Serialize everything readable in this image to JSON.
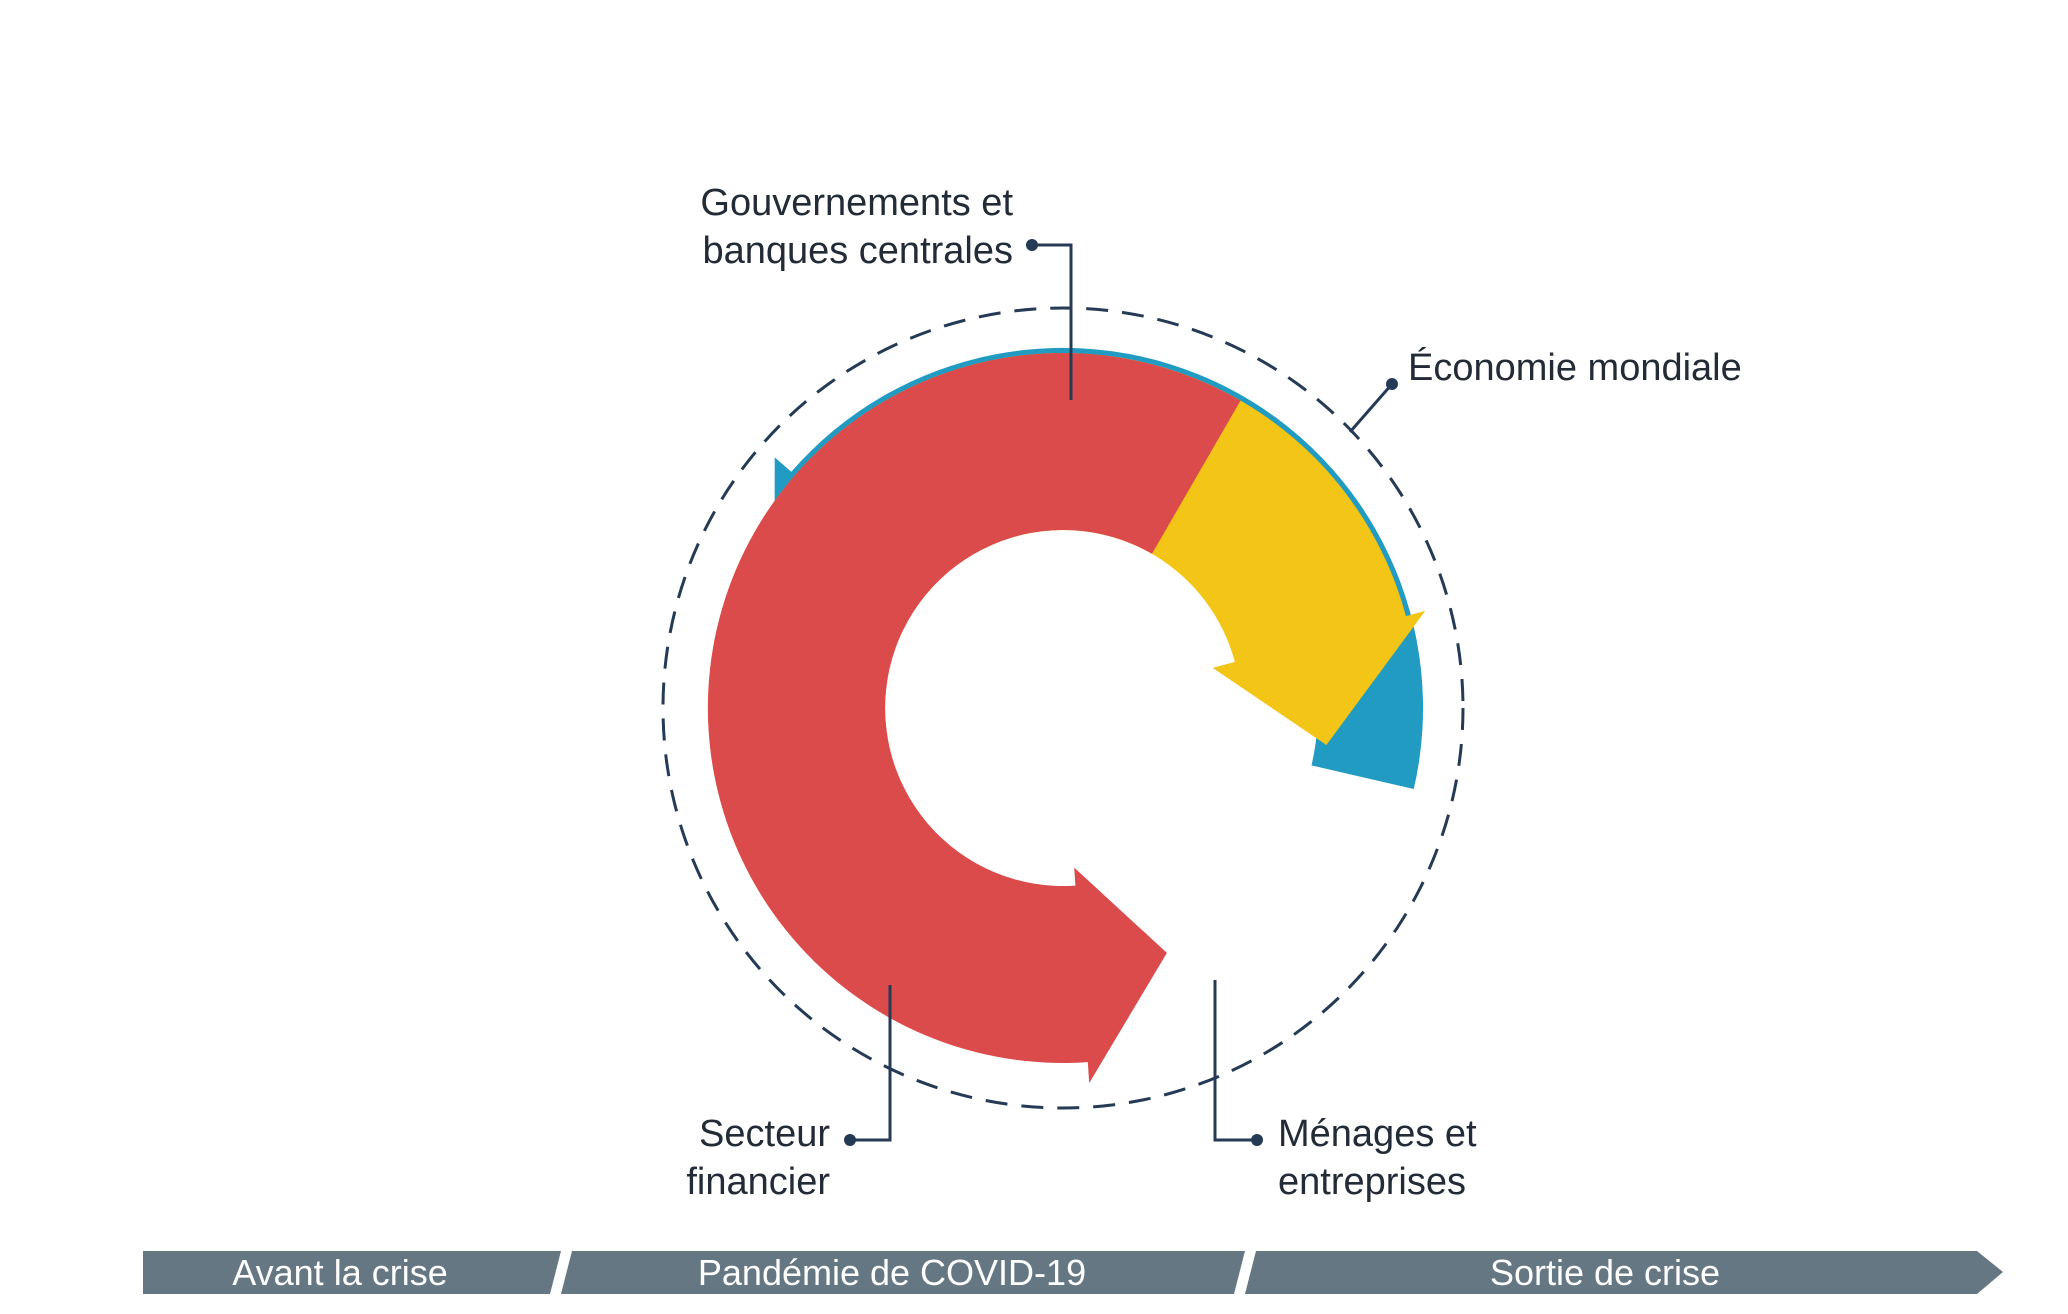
{
  "labels": {
    "governments_line1": "Gouvernements et",
    "governments_line2": "banques centrales",
    "world_economy": "Économie mondiale",
    "financial_line1": "Secteur",
    "financial_line2": "financier",
    "households_line1": "Ménages et",
    "households_line2": "entreprises"
  },
  "timeline": {
    "phases": [
      "Avant la crise",
      "Pandémie de COVID-19",
      "Sortie de crise"
    ]
  },
  "colors": {
    "blue": "#229bc2",
    "red": "#dc4b4c",
    "yellow": "#f2c516",
    "navy": "#253a55",
    "timeline": "#667784",
    "text": "#222b36"
  }
}
